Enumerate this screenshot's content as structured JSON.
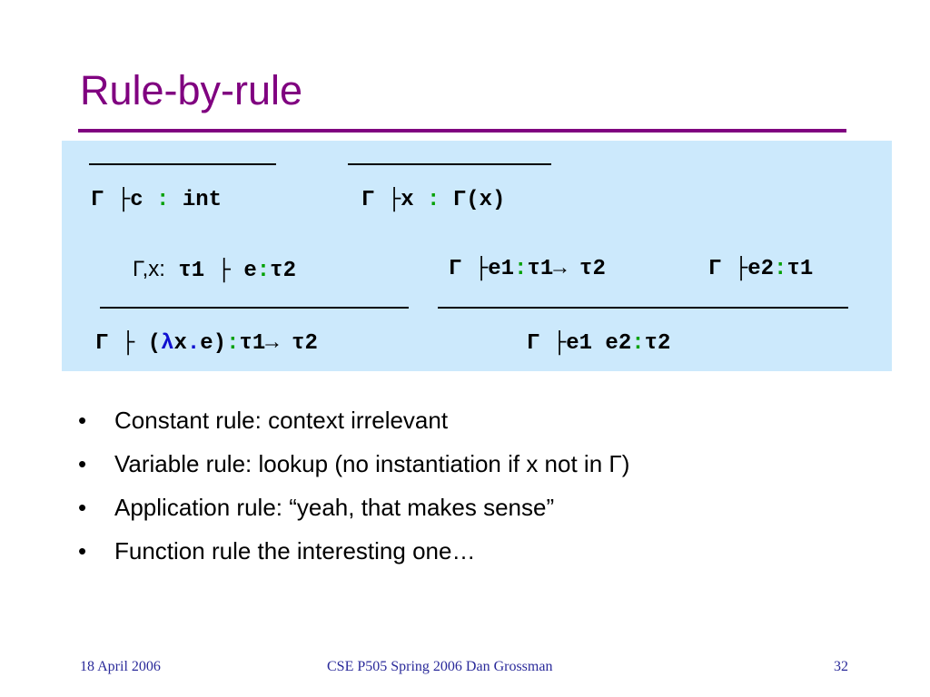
{
  "slide": {
    "title": "Rule-by-rule",
    "title_color": "#800080",
    "box_color": "#cce9fc"
  },
  "rules": {
    "const": {
      "gamma": "Γ",
      "turnstile": "├",
      "c": "c",
      "colon": ":",
      "type": "int"
    },
    "var": {
      "gamma": "Γ",
      "turnstile": "├",
      "x": "x",
      "colon": ":",
      "result": "Γ(x)"
    },
    "lam": {
      "prem_ctx": "Γ,x:",
      "prem_t1": "τ1",
      "turnstile": "├",
      "prem_e": "e",
      "colon": ":",
      "prem_t2": "τ2",
      "concl_gamma": "Γ",
      "concl_open": "(",
      "lambda": "λ",
      "concl_x": "x",
      "dot": ".",
      "concl_e": "e)",
      "concl_colon": ":",
      "concl_type": "τ1→ τ2"
    },
    "app": {
      "p1_gamma": "Γ",
      "turnstile": "├",
      "p1_e": "e1",
      "colon": ":",
      "p1_type": "τ1→ τ2",
      "p2_gamma": "Γ",
      "p2_e": "e2",
      "p2_type": "τ1",
      "concl_gamma": "Γ",
      "concl_e": "e1 e2",
      "concl_type": "τ2"
    }
  },
  "bullets": [
    "Constant rule: context irrelevant",
    "Variable rule: lookup (no instantiation if x not in Γ)",
    "Application rule: “yeah, that makes sense”",
    "Function rule the interesting one…"
  ],
  "bullet_glyph": "•",
  "footer": {
    "date": "18 April 2006",
    "course": "CSE P505 Spring 2006  Dan Grossman",
    "page": "32",
    "color": "#2a2a9a"
  }
}
